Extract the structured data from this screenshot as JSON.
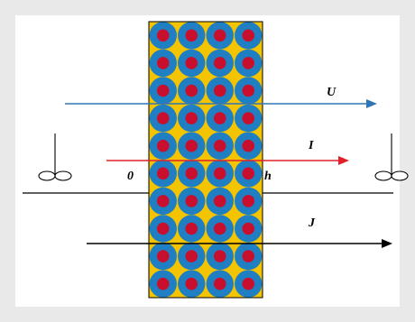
{
  "labels": {
    "u": "U",
    "i": "I",
    "j": "J",
    "left_boundary": "0",
    "right_boundary": "h"
  },
  "colors": {
    "background": "#e9e9e9",
    "panel": "#ffffff",
    "slab": "#f5c400",
    "ring": "#1f7fc2",
    "core": "#c8102e",
    "arrow_u": "#2e75b6",
    "arrow_i": "#e0202a",
    "arrow_j": "#000000",
    "lines": "#000000"
  },
  "slab": {
    "rows": 10,
    "columns": 4
  },
  "icons": [
    "stirrer-icon-left",
    "stirrer-icon-right"
  ]
}
